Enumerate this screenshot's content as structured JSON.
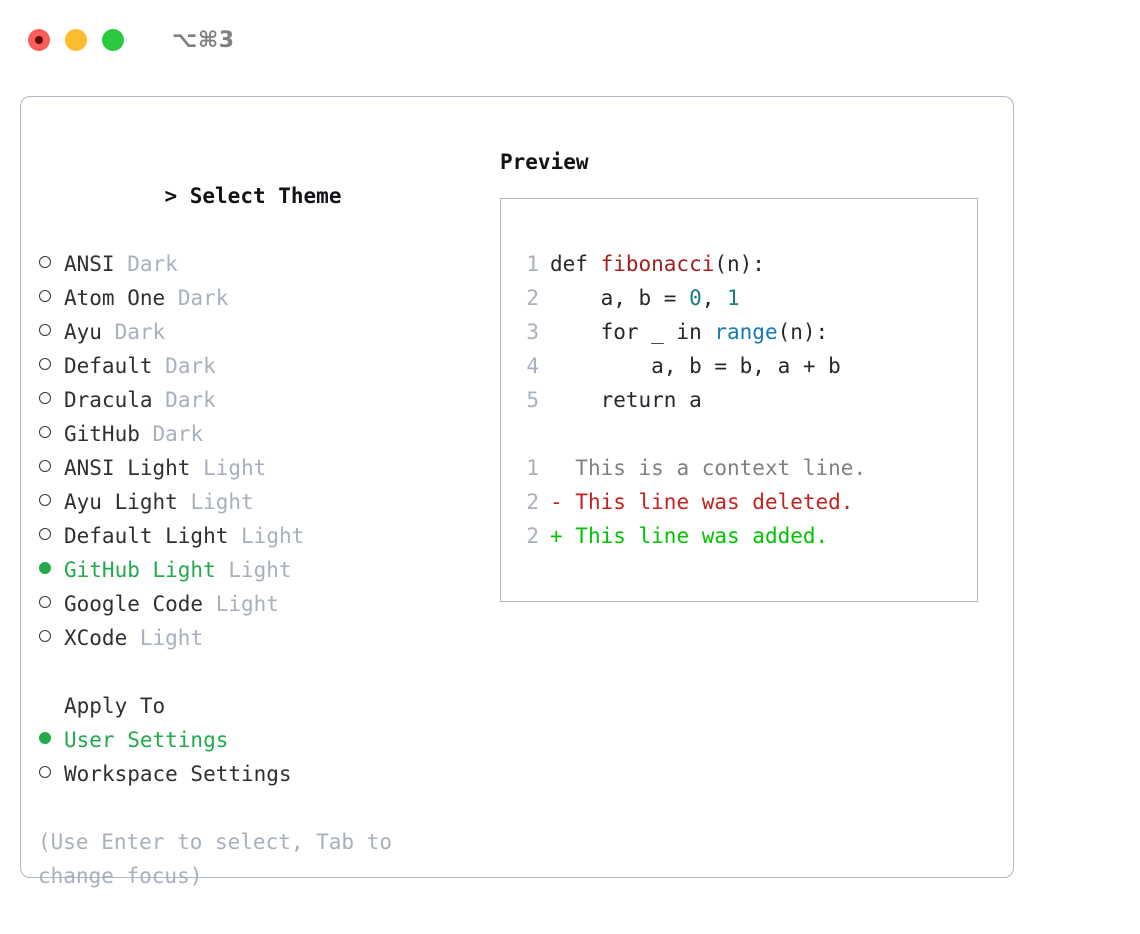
{
  "titlebar": {
    "lights": [
      "close-button",
      "minimize-button",
      "maximize-button"
    ],
    "shortcut": "⌥⌘3"
  },
  "colors": {
    "selection_green": "#22aa4b",
    "muted_gray": "#a8b0bb",
    "border": "#aeb7c2",
    "code_function": "#a4201f",
    "code_number": "#197d7d",
    "code_call": "#1579b8",
    "diff_deleted": "#c5221f",
    "diff_added": "#00c400"
  },
  "theme_section": {
    "prompt": ">",
    "title": "Select Theme",
    "items": [
      {
        "label": "ANSI",
        "tag": "Dark",
        "selected": false
      },
      {
        "label": "Atom One",
        "tag": "Dark",
        "selected": false
      },
      {
        "label": "Ayu",
        "tag": "Dark",
        "selected": false
      },
      {
        "label": "Default",
        "tag": "Dark",
        "selected": false
      },
      {
        "label": "Dracula",
        "tag": "Dark",
        "selected": false
      },
      {
        "label": "GitHub",
        "tag": "Dark",
        "selected": false
      },
      {
        "label": "ANSI Light",
        "tag": "Light",
        "selected": false
      },
      {
        "label": "Ayu Light",
        "tag": "Light",
        "selected": false
      },
      {
        "label": "Default Light",
        "tag": "Light",
        "selected": false
      },
      {
        "label": "GitHub Light",
        "tag": "Light",
        "selected": true
      },
      {
        "label": "Google Code",
        "tag": "Light",
        "selected": false
      },
      {
        "label": "XCode",
        "tag": "Light",
        "selected": false
      }
    ]
  },
  "apply_section": {
    "title": "Apply To",
    "items": [
      {
        "label": "User Settings",
        "selected": true
      },
      {
        "label": "Workspace Settings",
        "selected": false
      }
    ]
  },
  "hint": "(Use Enter to select, Tab to change focus)",
  "preview": {
    "title": "Preview",
    "code_lines": [
      {
        "number": "1",
        "tokens": [
          {
            "text": "def ",
            "kind": "plain"
          },
          {
            "text": "fibonacci",
            "kind": "fn"
          },
          {
            "text": "(n):",
            "kind": "plain"
          }
        ]
      },
      {
        "number": "2",
        "tokens": [
          {
            "text": "    a, b = ",
            "kind": "plain"
          },
          {
            "text": "0",
            "kind": "num"
          },
          {
            "text": ", ",
            "kind": "plain"
          },
          {
            "text": "1",
            "kind": "num"
          }
        ]
      },
      {
        "number": "3",
        "tokens": [
          {
            "text": "    for _ in ",
            "kind": "plain"
          },
          {
            "text": "range",
            "kind": "call"
          },
          {
            "text": "(n):",
            "kind": "plain"
          }
        ]
      },
      {
        "number": "4",
        "tokens": [
          {
            "text": "        a, b = b, a + b",
            "kind": "plain"
          }
        ]
      },
      {
        "number": "5",
        "tokens": [
          {
            "text": "    return a",
            "kind": "plain"
          }
        ]
      }
    ],
    "diff_lines": [
      {
        "number": "1",
        "marker": " ",
        "text": " This is a context line.",
        "kind": "context"
      },
      {
        "number": "2",
        "marker": "-",
        "text": " This line was deleted.",
        "kind": "deleted"
      },
      {
        "number": "2",
        "marker": "+",
        "text": " This line was added.",
        "kind": "added"
      }
    ]
  }
}
